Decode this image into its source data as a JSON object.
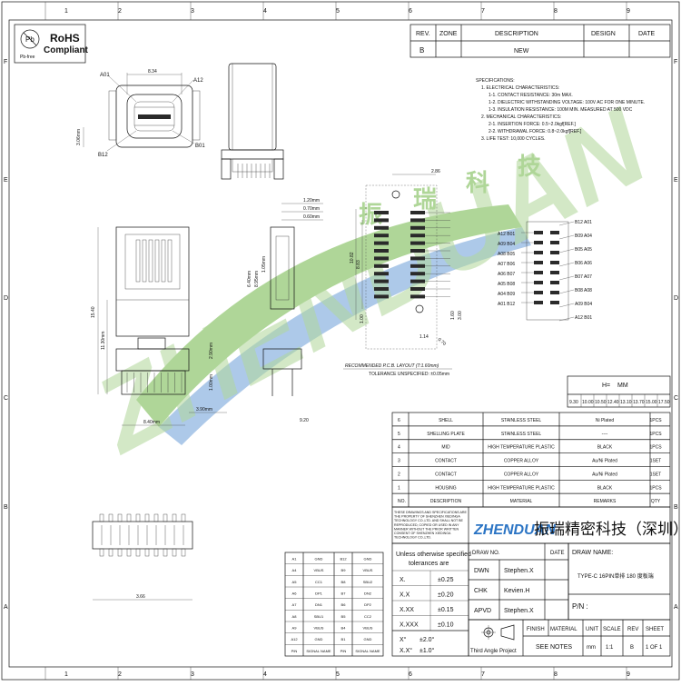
{
  "frame": {
    "cols_top": [
      "1",
      "2",
      "3",
      "4",
      "5",
      "6",
      "7",
      "8",
      "9"
    ],
    "cols_bottom": [
      "1",
      "2",
      "3",
      "4",
      "5",
      "6",
      "7",
      "8",
      "9"
    ],
    "rows_left": [
      "F",
      "E",
      "D",
      "C",
      "B",
      "A"
    ],
    "rows_right": [
      "F",
      "E",
      "D",
      "C",
      "B",
      "A"
    ]
  },
  "logo": {
    "rohs": "RoHS",
    "compliant": "Compliant",
    "pb": "Pb",
    "pb_small": "Pb-free"
  },
  "revision": {
    "headers": [
      "REV.",
      "ZONE",
      "DESCRIPTION",
      "DESIGN",
      "DATE"
    ],
    "rev": "B",
    "description": "NEW"
  },
  "specs": {
    "title": "SPECIFICATIONS:",
    "lines": [
      "1. ELECTRICAL CHARACTERISTICS:",
      "1-1. CONTACT RESISTANCE: 30m MAX.",
      "1-2. DIELECTRIC WITHSTANDING VOLTAGE: 100V AC FOR ONE MINUTE.",
      "1-3. INSULATION RESISTANCE: 100M MIN. MEASURED AT 500 VDC",
      "2. MECHANICAL CHARACTERISTICS:",
      "2-1. INSERTION FORCE: 0.5~2.0kgf[REF.]",
      "2-2. WITHDRAWAL FORCE: 0.8~2.0kgf[REF.]",
      "3. LIFE TEST: 10,000 CYCLES."
    ]
  },
  "front_view": {
    "a01": "A01",
    "a12": "A12",
    "b12": "B12",
    "b01": "B01",
    "width": "8.34"
  },
  "dims": {
    "d_2_86": "2.86",
    "d_1_20": "1.20mm",
    "d_0_70": "0.70mm",
    "d_0_60": "0.60mm",
    "d_10_82": "10.82",
    "d_8_83": "8.83",
    "d_1_00": "1.00",
    "d_1_14": "1.14",
    "d_0_70b": "0.70",
    "d_3_00": "3.00",
    "d_1_60": "1.60",
    "side_a": "6.40mm",
    "side_b": "8.95mm",
    "side_c": "1.05mm",
    "left_h": "15.40",
    "left_h2": "11.30mm",
    "left_w": "8.40mm",
    "bottom_w": "3.90mm",
    "d_2_90": "2.90mm",
    "d_1_00b": "1.00mm",
    "d_9_20": "9.20",
    "d_3_66": "3.66"
  },
  "pcb": {
    "caption": "RECOMMENDED  P.C.B. LAYOUT (T:1.60mm)",
    "tolerance": "TOLERANCE UNSPECIFIED: ±0.05mm"
  },
  "pin_map": {
    "left": [
      "A12 B01",
      "A09 B04",
      "A08 B05",
      "A07 B06",
      "A06 B07",
      "A05 B08",
      "A04 B09",
      "A01 B12"
    ],
    "right": [
      "B12 A01",
      "B09 A04",
      "B05 A05",
      "B06 A06",
      "B07 A07",
      "B08 A08",
      "A09 B04",
      "A12 B01"
    ]
  },
  "h_table": {
    "label": "H=",
    "unit": "MM",
    "values": [
      "9.30",
      "10.00",
      "10.50",
      "12.40",
      "13.10",
      "13.70",
      "15.00",
      "17.50"
    ]
  },
  "bom": {
    "headers": [
      "NO.",
      "DESCRIPTION",
      "MATERIAL",
      "REMARKS",
      "QTY"
    ],
    "rows": [
      [
        "6",
        "SHELL",
        "STAINLESS STEEL",
        "Ni Plated",
        "1PCS"
      ],
      [
        "5",
        "SHELLING PLATE",
        "STAINLESS STEEL",
        "----",
        "1PCS"
      ],
      [
        "4",
        "MID",
        "HIGH TEMPERATURE PLASTIC",
        "BLACK",
        "1PCS"
      ],
      [
        "3",
        "CONTACT",
        "COPPER ALLOY",
        "Au/Ni Plated",
        "1SET"
      ],
      [
        "2",
        "CONTACT",
        "COPPER ALLOY",
        "Au/Ni Plated",
        "1SET"
      ],
      [
        "1",
        "HOUSING",
        "HIGH TEMPERATURE PLASTIC",
        "BLACK",
        "1PCS"
      ]
    ]
  },
  "notice": [
    "THESE DRAWINGS AND SPECIFICATIONS ARE",
    "THE PROPERTY OF SHENZHEN XIEDINGA",
    "TECHNOLOGY CO.,LTD. AND SHALL NOT BE",
    "REPRODUCED, COPIED OR USED IN ANY",
    "MANNER WITHOUT THE PRIOR WRITTEN",
    "CONSENT OF SHENZHEN XIEDINGA",
    "TECHNOLOGY CO.,LTD."
  ],
  "company": {
    "brand": "ZHENDUAN",
    "name_cn": "振瑞精密科技（深圳）有限公司"
  },
  "tolerances": {
    "header1": "Unless otherwise specified",
    "header2": "tolerances are",
    "rows": [
      [
        "X.",
        "±0.25"
      ],
      [
        "X.X",
        "±0.20"
      ],
      [
        "X.XX",
        "±0.15"
      ],
      [
        "X.XXX",
        "±0.10"
      ]
    ],
    "angle1": "X°",
    "angle1_val": "±2.0°",
    "angle2": "X.X°",
    "angle2_val": "±1.0°"
  },
  "signoff": {
    "drw_no": "DRAW NO.",
    "date": "DATE",
    "rows": [
      [
        "DWN",
        "Stephen.X"
      ],
      [
        "CHK",
        "Kevien.H"
      ],
      [
        "APVD",
        "Stephen.X"
      ]
    ]
  },
  "title_block": {
    "draw_name_label": "DRAW NAME:",
    "draw_name": "TYPE-C 16PIN单排 180 度板端",
    "pn_label": "P/N :",
    "projection": "Third Angle Project",
    "finish": "FINISH",
    "material": "MATERIAL",
    "unit": "UNIT",
    "scale": "SCALE",
    "rev": "REV",
    "sheet": "SHEET",
    "see_notes": "SEE NOTES",
    "unit_val": "mm",
    "scale_val": "1:1",
    "rev_val": "B",
    "sheet_val": "1 OF 1"
  },
  "pin_table": {
    "rows": [
      [
        "A1",
        "GND",
        "B12",
        "GND"
      ],
      [
        "A4",
        "VBUS",
        "B9",
        "VBUS"
      ],
      [
        "A5",
        "CC1",
        "B8",
        "SBU2"
      ],
      [
        "A6",
        "DP1",
        "B7",
        "DN2"
      ],
      [
        "A7",
        "DN1",
        "B6",
        "DP2"
      ],
      [
        "A8",
        "SBU1",
        "B5",
        "CC2"
      ],
      [
        "A9",
        "VBUS",
        "B4",
        "VBUS"
      ],
      [
        "A12",
        "GND",
        "B1",
        "GND"
      ],
      [
        "PIN",
        "SIGNAL NAME",
        "PIN",
        "SIGNAL NAME"
      ]
    ]
  },
  "watermark": {
    "text": "ZHENDUAN",
    "cn": [
      "振",
      "瑞",
      "科",
      "技"
    ]
  },
  "colors": {
    "watermark_green": "#6fb544",
    "watermark_blue": "#2b74c4",
    "ink": "#111111"
  }
}
